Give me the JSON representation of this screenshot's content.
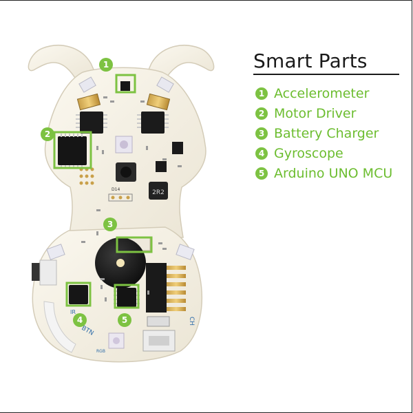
{
  "title": "Smart Parts",
  "accent_color": "#7dc242",
  "parts": [
    {
      "number": "1",
      "label": "Accelerometer"
    },
    {
      "number": "2",
      "label": "Motor Driver"
    },
    {
      "number": "3",
      "label": "Battery Charger"
    },
    {
      "number": "4",
      "label": "Gyroscope"
    },
    {
      "number": "5",
      "label": "Arduino UNO MCU"
    }
  ],
  "board_text": {
    "d14": "D14",
    "inductor": "2R2",
    "ch": "CH",
    "btn": "BTN",
    "rgb": "RGB",
    "ir": "IR"
  }
}
